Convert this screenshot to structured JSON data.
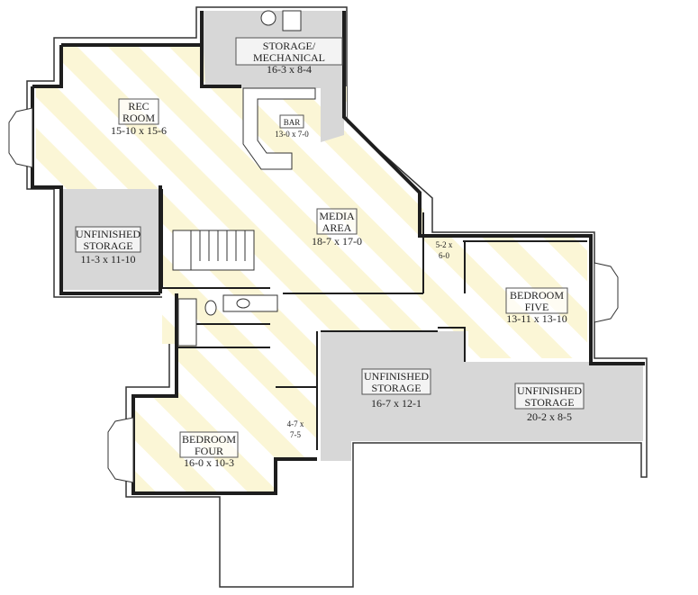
{
  "colors": {
    "finished_stripe": "#fbf6d6",
    "finished_base": "#ffffff",
    "unfinished": "#d7d7d7",
    "wall": "#1e1e1e"
  },
  "rooms": {
    "storage_mechanical": {
      "name_line1": "STORAGE/",
      "name_line2": "MECHANICAL",
      "size": "16-3 x 8-4"
    },
    "rec_room": {
      "name_line1": "REC",
      "name_line2": "ROOM",
      "size": "15-10 x 15-6"
    },
    "bar": {
      "name": "BAR",
      "size": "13-0 x 7-0"
    },
    "unfinished_storage_west": {
      "name_line1": "UNFINISHED",
      "name_line2": "STORAGE",
      "size": "11-3 x 11-10"
    },
    "media_area": {
      "name_line1": "MEDIA",
      "name_line2": "AREA",
      "size": "18-7 x 17-0"
    },
    "closet_five": {
      "size_line1": "5-2 x",
      "size_line2": "6-0"
    },
    "bedroom_five": {
      "name_line1": "BEDROOM",
      "name_line2": "FIVE",
      "size": "13-11 x 13-10"
    },
    "unfinished_storage_center": {
      "name_line1": "UNFINISHED",
      "name_line2": "STORAGE",
      "size": "16-7 x 12-1"
    },
    "unfinished_storage_east": {
      "name_line1": "UNFINISHED",
      "name_line2": "STORAGE",
      "size": "20-2 x 8-5"
    },
    "closet_four": {
      "size_line1": "4-7 x",
      "size_line2": "7-5"
    },
    "bedroom_four": {
      "name_line1": "BEDROOM",
      "name_line2": "FOUR",
      "size": "16-0 x 10-3"
    }
  }
}
